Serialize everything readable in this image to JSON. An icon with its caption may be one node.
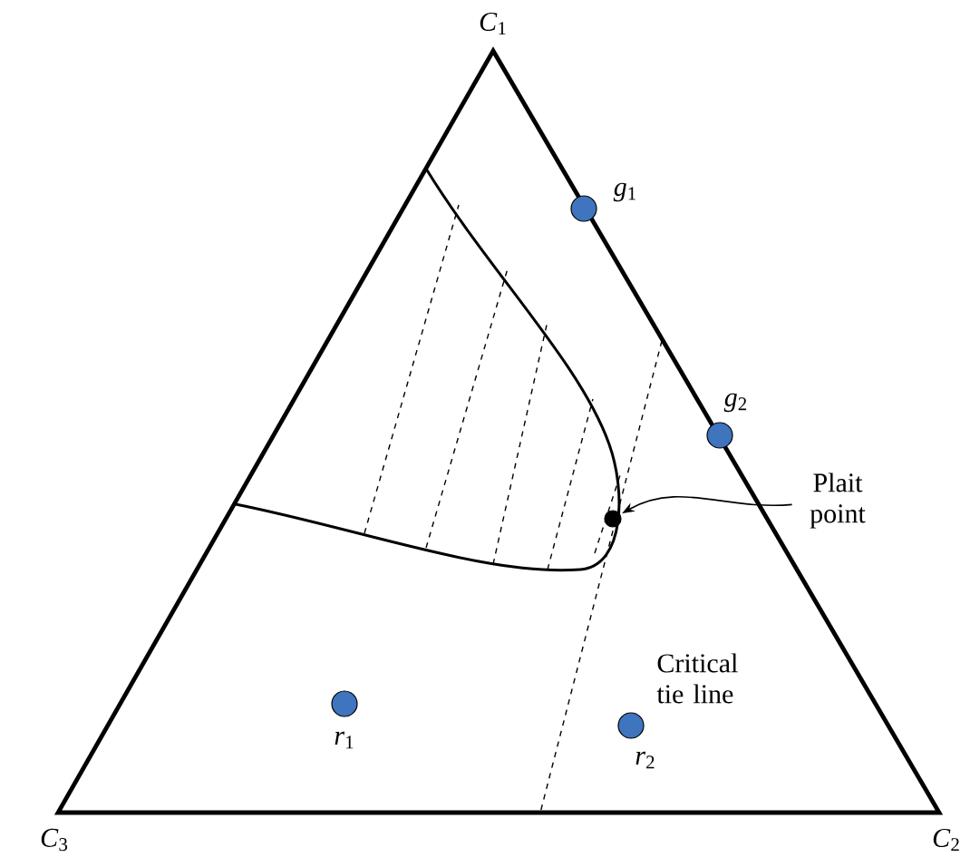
{
  "diagram": {
    "nodes": [
      {
        "text": [],
        "shape": "circle",
        "beside": [
          "*g*$_{1}$"
        ]
      },
      {
        "text": [],
        "shape": "circle",
        "beside": [
          "*g*$_{2}$"
        ]
      },
      {
        "text": [
          "Plait point"
        ]
      },
      {
        "text": [],
        "shape": "circle"
      },
      {
        "text": [],
        "shape": "circle",
        "beside": [
          "*r*$_{1}$"
        ]
      },
      {
        "text": [],
        "shape": "circle",
        "beside": [
          "*r*$_{2}$"
        ]
      }
    ],
    "edges": [
      {
        "from": 2,
        "to": 3,
        "arrow": "to"
      }
    ],
    "labels": [
      "*C*$_{1}$",
      "Critical tie line",
      "*C*$_{3}$",
      "*C*$_{2}$"
    ]
  }
}
